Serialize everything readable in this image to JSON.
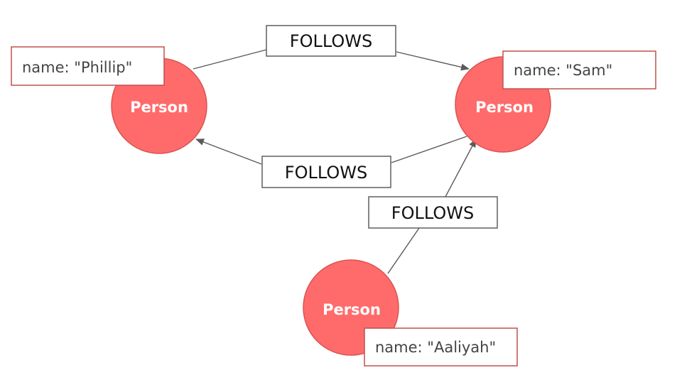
{
  "diagram": {
    "nodes": [
      {
        "id": "phillip",
        "label": "Person",
        "property": "name: \"Phillip\""
      },
      {
        "id": "sam",
        "label": "Person",
        "property": "name: \"Sam\""
      },
      {
        "id": "aaliyah",
        "label": "Person",
        "property": "name: \"Aaliyah\""
      }
    ],
    "edges": [
      {
        "from": "phillip",
        "to": "sam",
        "label": "FOLLOWS"
      },
      {
        "from": "sam",
        "to": "phillip",
        "label": "FOLLOWS"
      },
      {
        "from": "aaliyah",
        "to": "sam",
        "label": "FOLLOWS"
      }
    ]
  },
  "colors": {
    "node_fill": "#ff6b6b",
    "node_stroke": "#d9534f",
    "property_border": "#c0504d",
    "edge_line": "#5a5a5a"
  }
}
